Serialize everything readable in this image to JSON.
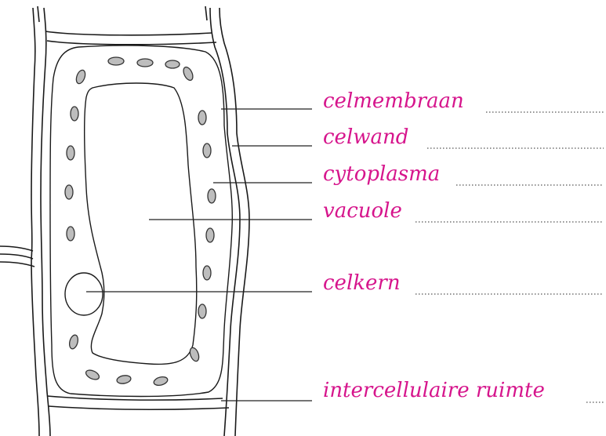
{
  "labels": {
    "celmembraan": "celmembraan",
    "celwand": "celwand",
    "cytoplasma": "cytoplasma",
    "vacuole": "vacuole",
    "celkern": "celkern",
    "intercellulaire_ruimte": "intercellulaire ruimte"
  },
  "colors": {
    "label": "#d6158c",
    "line": "#1a1a1a",
    "chloroplast_fill": "#bdbdbd"
  }
}
